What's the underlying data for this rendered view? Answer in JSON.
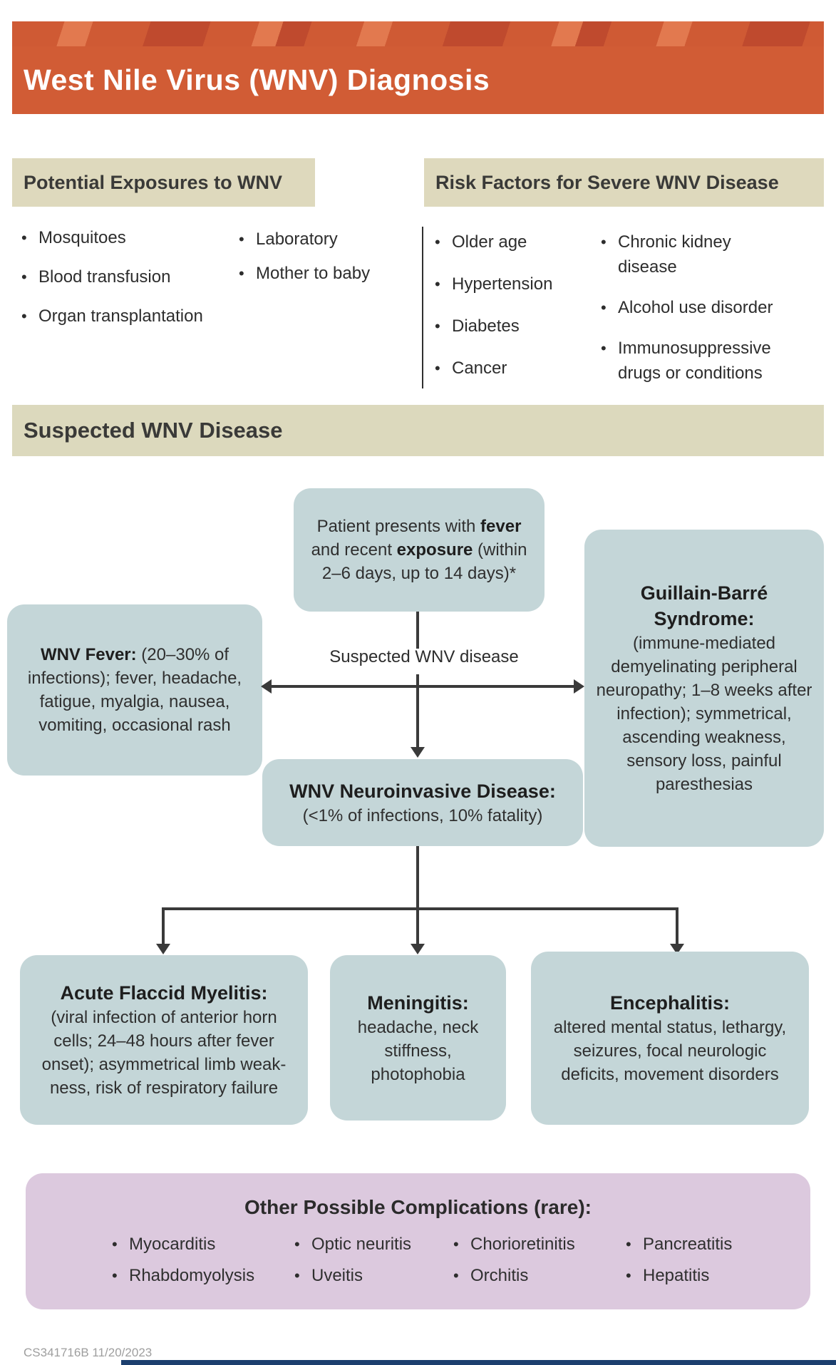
{
  "header": {
    "title": "West Nile Virus (WNV) Diagnosis"
  },
  "exposures": {
    "title": "Potential Exposures to WNV",
    "col1": [
      "Mosquitoes",
      "Blood transfusion",
      "Organ transplantation"
    ],
    "col2": [
      "Laboratory",
      "Mother to baby"
    ]
  },
  "risk_factors": {
    "title": "Risk Factors for Severe WNV Disease",
    "col1": [
      "Older age",
      "Hypertension",
      "Diabetes",
      "Cancer"
    ],
    "col2": [
      "Chronic kidney disease",
      "Alcohol use disorder",
      "Immunosuppressive drugs or conditions"
    ]
  },
  "band": {
    "title": "Suspected WNV Disease"
  },
  "flow": {
    "patient": {
      "line1_pre": "Patient presents with ",
      "line1_bold": "fever",
      "line2_pre": "and recent ",
      "line2_bold": "exposure",
      "line2_post": " (within",
      "line3": "2–6 days, up to 14 days)*"
    },
    "label": "Suspected WNV disease",
    "fever": {
      "title": "WNV Fever:",
      "line1_rest": " (20–30% of",
      "lines": [
        "infections); fever, headache,",
        "fatigue, myalgia, nausea,",
        "vomiting, occasional rash"
      ]
    },
    "gbs": {
      "title_lines": [
        "Guillain-Barré",
        "Syndrome:"
      ],
      "lines": [
        "(immune-mediated",
        "demyelinating peripheral",
        "neuropathy; 1–8 weeks after",
        "infection); symmetrical,",
        "ascending weakness,",
        "sensory loss, painful",
        "paresthesias"
      ]
    },
    "neuro": {
      "title": "WNV Neuroinvasive Disease:",
      "body": "(<1% of infections, 10% fatality)"
    },
    "afm": {
      "title": "Acute Flaccid Myelitis:",
      "lines": [
        "(viral infection of anterior horn",
        "cells; 24–48 hours after fever",
        "onset); asymmetrical limb weak-",
        "ness, risk of respiratory failure"
      ]
    },
    "meningitis": {
      "title": "Meningitis:",
      "lines": [
        "headache, neck",
        "stiffness,",
        "photophobia"
      ]
    },
    "encephalitis": {
      "title": "Encephalitis:",
      "lines": [
        "altered mental status, lethargy,",
        "seizures, focal neurologic",
        "deficits, movement disorders"
      ]
    }
  },
  "complications": {
    "title": "Other Possible Complications (rare):",
    "col1": [
      "Myocarditis",
      "Rhabdomyolysis"
    ],
    "col2": [
      "Optic neuritis",
      "Uveitis"
    ],
    "col3": [
      "Chorioretinitis",
      "Orchitis"
    ],
    "col4": [
      "Pancreatitis",
      "Hepatitis"
    ]
  },
  "footer": {
    "doc_id": "CS341716B 11/20/2023"
  },
  "colors": {
    "banner_orange": "#d15c35",
    "stripe_dark": "#bf4a2e",
    "stripe_light": "#e2794f",
    "section_header_tan": "#ded9bd",
    "flow_box_blue": "#c4d6d8",
    "complications_purple": "#dcc9de",
    "arrow_dark": "#3a3a3a",
    "footer_gray": "#9e9e9e",
    "bottom_bar_navy": "#1c3f6e"
  }
}
